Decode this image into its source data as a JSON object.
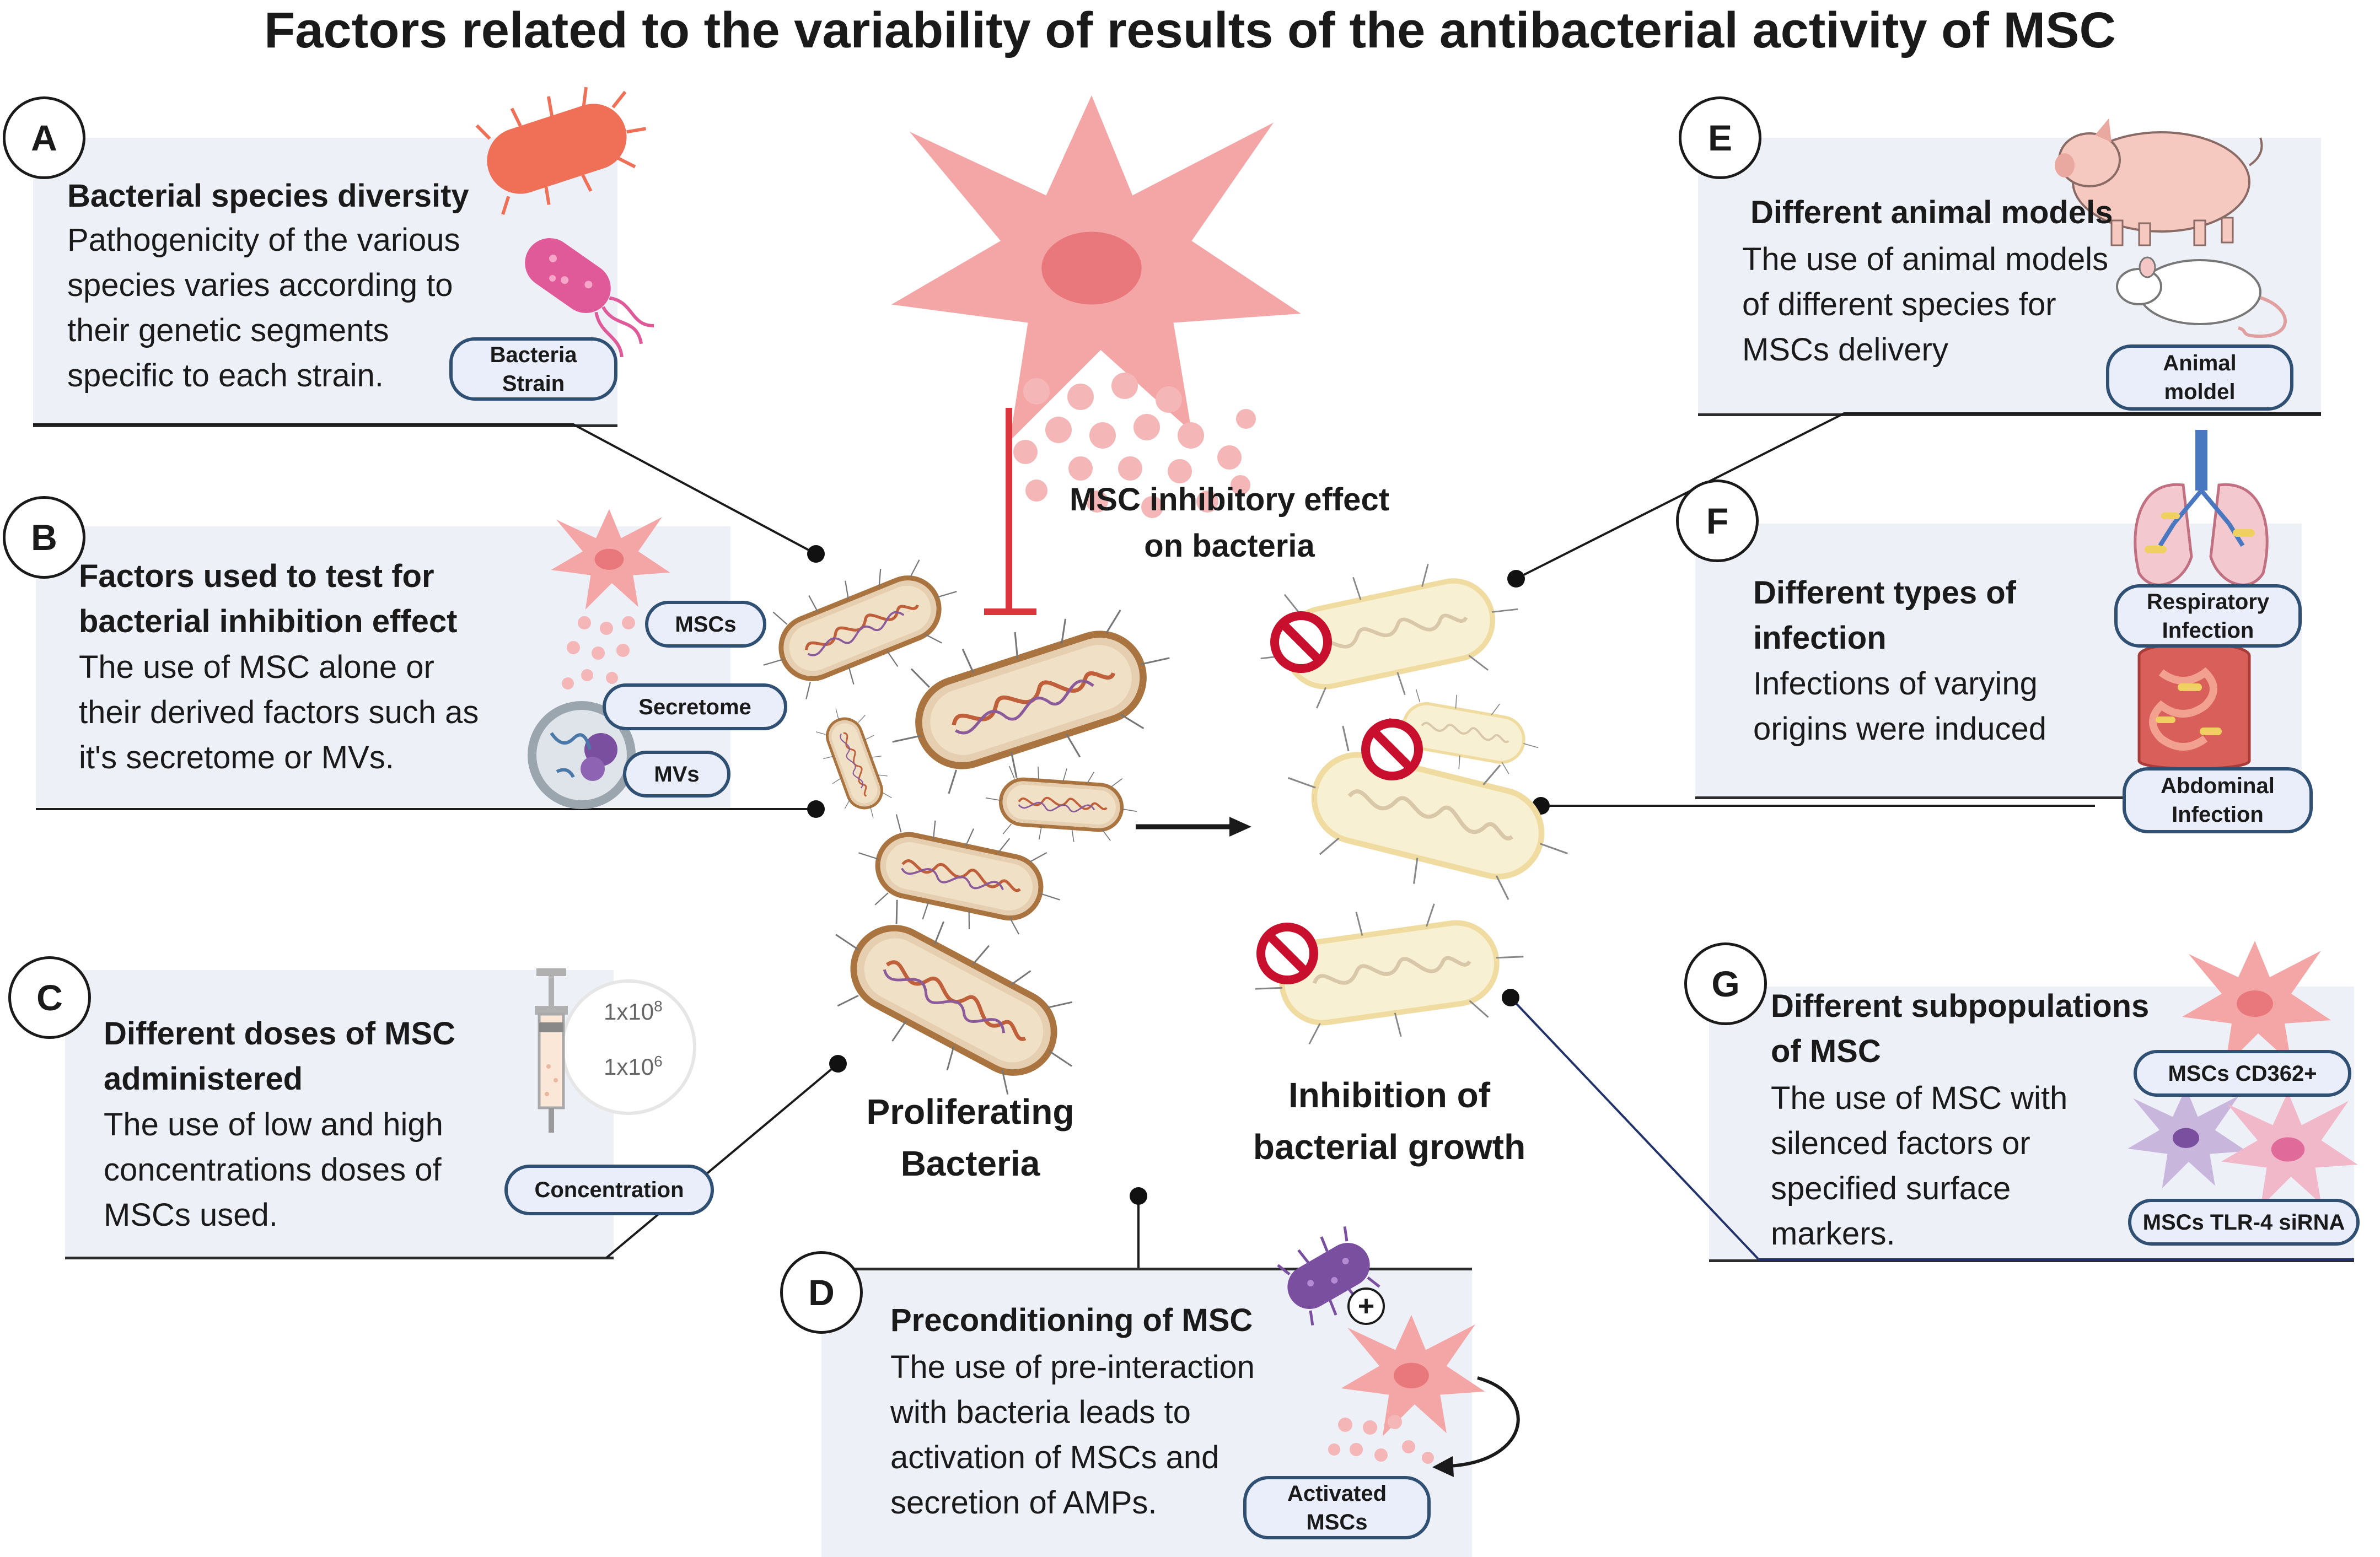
{
  "title": "Factors related to the variability of results of the antibacterial activity of MSC",
  "center": {
    "inhibitory_effect": "MSC inhibitory effect\non bacteria",
    "proliferating": "Proliferating\nBacteria",
    "inhibition": "Inhibition of\nbacterial growth"
  },
  "panels": {
    "A": {
      "letter": "A",
      "title": "Bacterial species diversity",
      "body": "Pathogenicity of the various\nspecies varies according to\ntheir genetic segments\nspecific to each strain.",
      "tag": "Bacteria\nStrain"
    },
    "B": {
      "letter": "B",
      "title": "Factors used to test for\nbacterial inhibition effect",
      "body": " The use of MSC alone or\ntheir derived factors such as\nit's secretome or MVs.",
      "tags": [
        "MSCs",
        "Secretome",
        "MVs"
      ]
    },
    "C": {
      "letter": "C",
      "title": "Different doses of MSC\nadministered",
      "body": "The use of  low and high\nconcentrations doses of\nMSCs used.",
      "tag": "Concentration",
      "dose_high": "1x10",
      "dose_high_exp": "8",
      "dose_low": "1x10",
      "dose_low_exp": "6"
    },
    "D": {
      "letter": "D",
      "title": "Preconditioning  of MSC",
      "body": "The use of pre-interaction\nwith bacteria leads to\nactivation of MSCs and\nsecretion of AMPs.",
      "tag": "Activated\nMSCs",
      "plus": "+"
    },
    "E": {
      "letter": "E",
      "title": "Different animal  models",
      "body": "The use of animal models\nof different species for\nMSCs delivery",
      "tag": "Animal\nmoldel"
    },
    "F": {
      "letter": "F",
      "title": "Different types of\ninfection",
      "body": "Infections  of varying\norigins were induced",
      "tags": [
        "Respiratory\nInfection",
        "Abdominal\nInfection"
      ]
    },
    "G": {
      "letter": "G",
      "title": "Different subpopulations\nof MSC",
      "body": "The use of MSC with\nsilenced factors or\nspecified surface\nmarkers.",
      "tags": [
        "MSCs CD362+",
        "MSCs TLR-4 siRNA"
      ]
    }
  },
  "colors": {
    "msc_pink": "#f4a6a6",
    "msc_nucleus": "#e9787c",
    "bacteria_fill": "#e6cfb0",
    "bacteria_border": "#a9743f",
    "inhibited_fill": "#f8f0d2",
    "stop_red": "#c8102e",
    "pill_border": "#2f4f73",
    "panel_bg": "#eef0f8"
  }
}
